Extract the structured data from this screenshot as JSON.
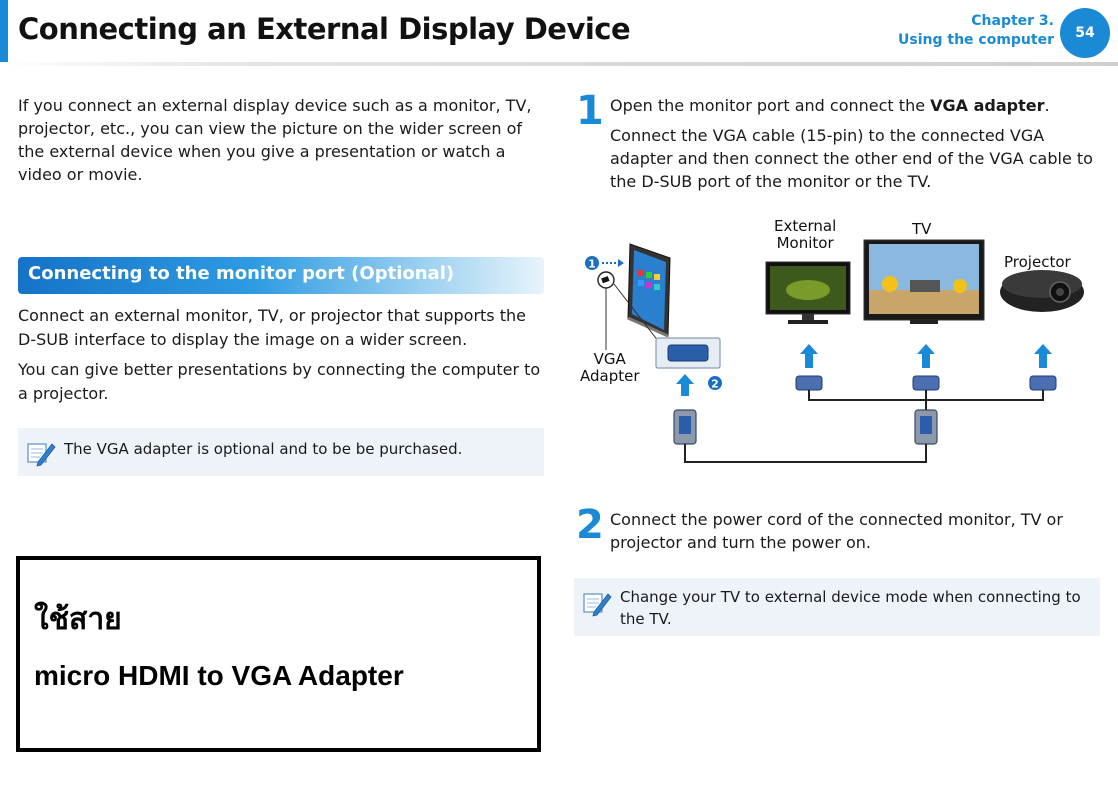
{
  "header": {
    "title": "Connecting an External Display Device",
    "chapter": "Chapter 3.",
    "section": "Using the computer",
    "page_number": "54"
  },
  "intro": "If you connect an external display device such as a monitor, TV, projector, etc., you can view the picture on the wider screen of the external device when you give a presentation or watch a video or movie.",
  "section": {
    "title": "Connecting to the monitor port (Optional)",
    "para1": "Connect an external monitor, TV, or projector that supports the D-SUB interface to display the image on a wider screen.",
    "para2": "You can give better presentations by connecting the computer to a projector.",
    "note": "The VGA adapter is optional and to be be purchased."
  },
  "callout": {
    "thai": "ใช้สาย",
    "adapter": "micro  HDMI  to  VGA  Adapter"
  },
  "steps": [
    {
      "number": "1",
      "line_pre": "Open the monitor port and connect the ",
      "line_bold": "VGA adapter",
      "line_post": ".",
      "detail": "Connect the VGA cable (15-pin) to the connected VGA adapter and then connect the other end of the VGA cable to the D-SUB port of the monitor or the TV."
    },
    {
      "number": "2",
      "text": "Connect the power cord of the connected monitor, TV or projector and turn the power on.",
      "note": "Change your TV to external device mode when connecting to the TV."
    }
  ],
  "diagram": {
    "external_monitor_l1": "External",
    "external_monitor_l2": "Monitor",
    "tv": "TV",
    "projector": "Projector",
    "vga_l1": "VGA",
    "vga_l2": "Adapter",
    "marker1": "1",
    "marker2": "2"
  },
  "colors": {
    "accent": "#1b8ad6",
    "note_bg": "#eef3f9"
  }
}
